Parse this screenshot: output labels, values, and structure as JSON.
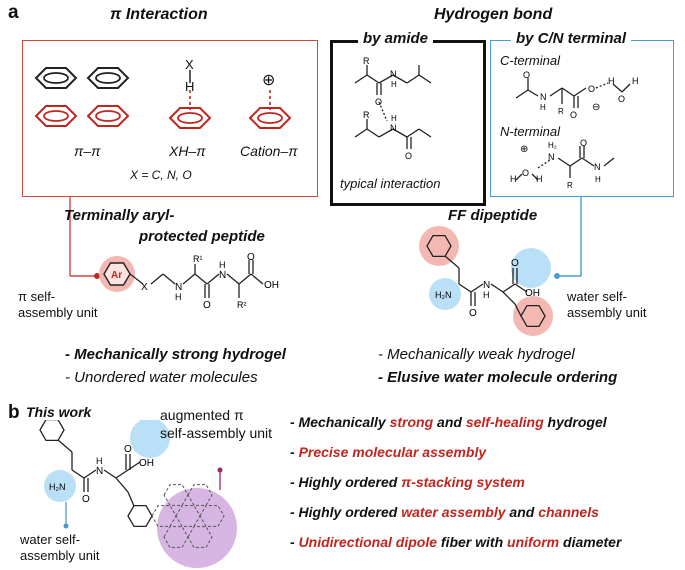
{
  "panel_a": {
    "letter": "a",
    "pi_interaction": {
      "title": "π Interaction",
      "labels": [
        "π–π",
        "XH–π",
        "Cation–π"
      ],
      "x_label": "X",
      "h_label": "H",
      "cation_label": "⊕",
      "footnote": "X = C, N, O"
    },
    "hydrogen_bond": {
      "title": "Hydrogen bond",
      "amide": {
        "title": "by amide",
        "caption": "typical interaction",
        "atoms": [
          "R",
          "N",
          "H",
          "O",
          "R",
          "N",
          "H"
        ]
      },
      "terminal": {
        "title": "by C/N terminal",
        "c_label": "C-terminal",
        "n_label": "N-terminal",
        "atoms_c": [
          "N",
          "H",
          "O",
          "R",
          "O",
          "H",
          "O",
          "H",
          "⊖"
        ],
        "atoms_n": [
          "⊕",
          "H₂",
          "N",
          "O",
          "R",
          "N",
          "H",
          "H",
          "O"
        ]
      }
    },
    "left_peptide": {
      "title_line1": "Terminally aryl-",
      "title_line2": "protected peptide",
      "ring_label": "Ar",
      "atoms": [
        "X",
        "N",
        "H",
        "R¹",
        "N",
        "H",
        "R²",
        "O",
        "O",
        "OH"
      ],
      "unit_label_line1": "π self-",
      "unit_label_line2": "assembly unit",
      "bullet1": "- Mechanically strong hydrogel",
      "bullet2": "- Unordered water molecules"
    },
    "right_peptide": {
      "title": "FF dipeptide",
      "atoms": [
        "H₂N",
        "N",
        "H",
        "O",
        "O",
        "OH"
      ],
      "unit_label_line1": "water self-",
      "unit_label_line2": "assembly unit",
      "bullet1": "- Mechanically weak hydrogel",
      "bullet2": "- Elusive water molecule ordering"
    }
  },
  "panel_b": {
    "letter": "b",
    "title": "This work",
    "atoms": [
      "H₂N",
      "N",
      "H",
      "O",
      "O",
      "OH"
    ],
    "augmented_line1": "augmented π",
    "augmented_line2": "self-assembly unit",
    "water_line1": "water self-",
    "water_line2": "assembly unit",
    "bullets": [
      {
        "p1": "- Mechanically ",
        "r1": "strong",
        "p2": " and ",
        "r2": "self-healing",
        "p3": " hydrogel"
      },
      {
        "p1": "- ",
        "r1": "Precise molecular assembly",
        "p2": "",
        "r2": "",
        "p3": ""
      },
      {
        "p1": "- Highly ordered ",
        "r1": "π-stacking system",
        "p2": "",
        "r2": "",
        "p3": ""
      },
      {
        "p1": "- Highly ordered ",
        "r1": "water assembly",
        "p2": " and ",
        "r2": "channels",
        "p3": ""
      },
      {
        "p1": "- ",
        "r1": "Unidirectional dipole",
        "p2": " fiber with ",
        "r2": "uniform",
        "p3": " diameter"
      }
    ]
  },
  "colors": {
    "red": "#c0261f",
    "pink_fill": "#f4b8b2",
    "blue_box": "#4a9bd0",
    "blue_fill": "#b9e0f7",
    "purple_fill": "#d8b6e3",
    "purple_stroke": "#9b2a63"
  }
}
